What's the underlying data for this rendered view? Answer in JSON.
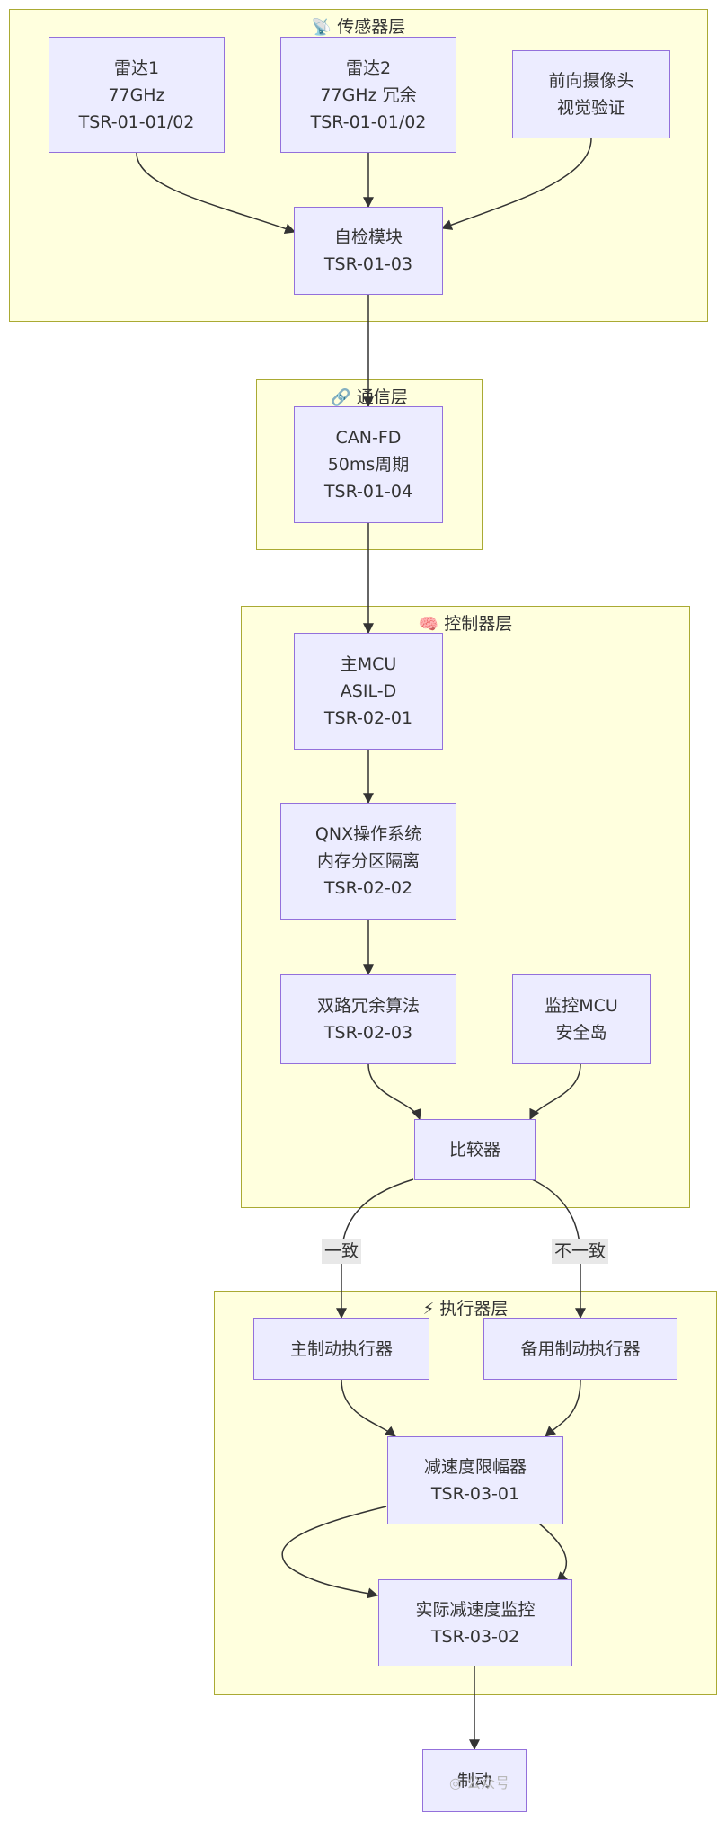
{
  "groups": {
    "sensor": {
      "title": "传感器层",
      "icon": "satellite-dish-icon"
    },
    "comm": {
      "title": "通信层",
      "icon": "link-icon"
    },
    "controller": {
      "title": "控制器层",
      "icon": "brain-icon"
    },
    "actuator": {
      "title": "执行器层",
      "icon": "lightning-icon"
    }
  },
  "nodes": {
    "radar1": [
      "雷达1",
      "77GHz",
      "TSR-01-01/02"
    ],
    "radar2": [
      "雷达2",
      "77GHz 冗余",
      "TSR-01-01/02"
    ],
    "camera": [
      "前向摄像头",
      "视觉验证"
    ],
    "selfcheck": [
      "自检模块",
      "TSR-01-03"
    ],
    "canfd": [
      "CAN-FD",
      "50ms周期",
      "TSR-01-04"
    ],
    "mainmcu": [
      "主MCU",
      "ASIL-D",
      "TSR-02-01"
    ],
    "qnx": [
      "QNX操作系统",
      "内存分区隔离",
      "TSR-02-02"
    ],
    "dualalgo": [
      "双路冗余算法",
      "TSR-02-03"
    ],
    "monitormcu": [
      "监控MCU",
      "安全岛"
    ],
    "comparator": [
      "比较器"
    ],
    "mainbrake": [
      "主制动执行器"
    ],
    "backupbrake": [
      "备用制动执行器"
    ],
    "limiter": [
      "减速度限幅器",
      "TSR-03-01"
    ],
    "monitor": [
      "实际减速度监控",
      "TSR-03-02"
    ],
    "brake": [
      "制动"
    ]
  },
  "edge_labels": {
    "consistent": "一致",
    "inconsistent": "不一致"
  },
  "watermark": "公众号"
}
